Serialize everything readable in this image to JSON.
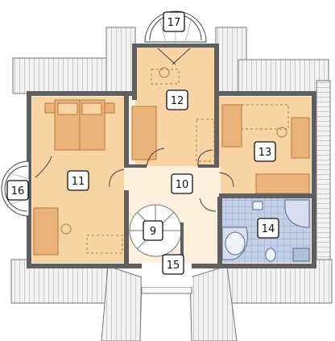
{
  "rooms": [
    {
      "id": "r9",
      "number": "9"
    },
    {
      "id": "r10",
      "number": "10"
    },
    {
      "id": "r11",
      "number": "11"
    },
    {
      "id": "r12",
      "number": "12"
    },
    {
      "id": "r13",
      "number": "13"
    },
    {
      "id": "r14",
      "number": "14"
    },
    {
      "id": "r15",
      "number": "15"
    },
    {
      "id": "r16",
      "number": "16"
    },
    {
      "id": "r17",
      "number": "17"
    }
  ],
  "colors": {
    "roof": "#f2f2f2",
    "roof_line": "#8a8a8a",
    "wall": "#5f5f5f",
    "room_fill": "#f7d4a2",
    "room_fill_light": "#f6dab8",
    "hall_fill": "#fdf0dc",
    "bath_tile": "#c3cfe6",
    "furniture": "#e9b37a"
  }
}
